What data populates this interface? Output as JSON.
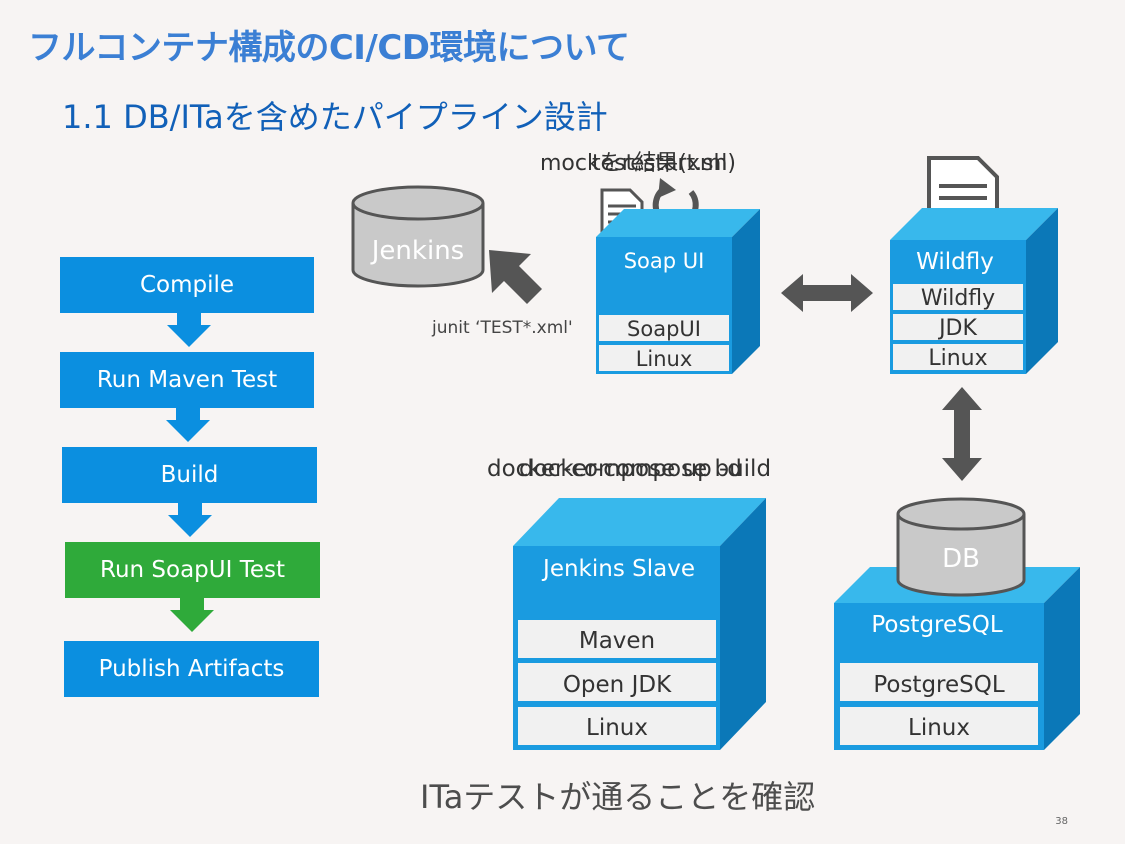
{
  "title": "フルコンテナ構成のCI/CD環境について",
  "subtitle": "1.1 DB/ITaを含めたパイプライン設計",
  "colors": {
    "step_blue": "#0b8fe0",
    "step_green": "#2faa3a",
    "box_front": "#1a9be0",
    "box_top": "#38b8ec",
    "box_side": "#0b78b8",
    "layer_fill": "#f1f1f1",
    "cylinder": "#c9c9c9",
    "arrow_gray": "#555555"
  },
  "pipeline": {
    "steps": [
      {
        "label": "Compile",
        "color": "blue"
      },
      {
        "label": "Run Maven Test",
        "color": "blue"
      },
      {
        "label": "Build",
        "color": "blue"
      },
      {
        "label": "Run SoapUI Test",
        "color": "green"
      },
      {
        "label": "Publish Artifacts",
        "color": "blue"
      }
    ]
  },
  "jenkins_db": {
    "label": "Jenkins"
  },
  "junit_note": "junit ‘TEST*.xml'",
  "soapui_note_a": "mockをrestart.sh",
  "soapui_note_b": "test結果(xml)",
  "soapui_box": {
    "title": "Soap UI",
    "layers": [
      "SoapUI",
      "Linux"
    ]
  },
  "wildfly_box": {
    "title": "Wildfly",
    "layers": [
      "Wildfly",
      "JDK",
      "Linux"
    ]
  },
  "compose_note_a": "docker-compose up -d",
  "compose_note_b": "docker-compose build",
  "slave_box": {
    "title": "Jenkins Slave",
    "layers": [
      "Maven",
      "Open JDK",
      "Linux"
    ]
  },
  "postgres_box": {
    "title": "PostgreSQL",
    "layers": [
      "PostgreSQL",
      "Linux"
    ]
  },
  "db_cylinder": {
    "label": "DB"
  },
  "footer": "ITaテストが通ることを確認",
  "page_number": "38",
  "icons": [
    "document-icon",
    "restart-icon",
    "arrow-up-left-icon",
    "double-arrow-horizontal-icon",
    "double-arrow-vertical-icon",
    "down-arrow-icon"
  ]
}
